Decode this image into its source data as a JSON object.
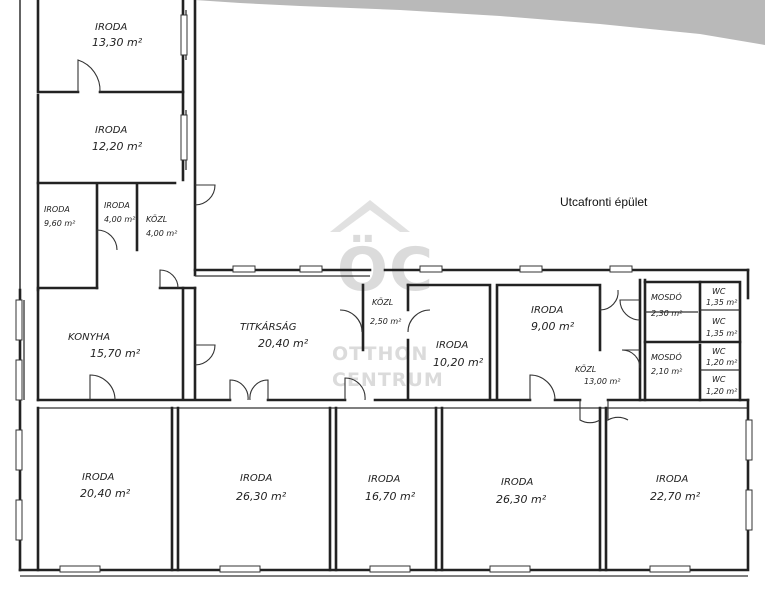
{
  "building_label": "Utcafronti épület",
  "watermark": {
    "logo": "ÖC",
    "line1": "OTTHON",
    "line2": "CENTRUM"
  },
  "rooms": [
    {
      "id": "iroda-1",
      "name": "IRODA",
      "area": "13,30 m²"
    },
    {
      "id": "iroda-2",
      "name": "IRODA",
      "area": "12,20 m²"
    },
    {
      "id": "iroda-3",
      "name": "IRODA",
      "area": "9,60 m²"
    },
    {
      "id": "iroda-4",
      "name": "IRODA",
      "area": "4,00 m²"
    },
    {
      "id": "kozl-1",
      "name": "KÖZL",
      "area": "4,00 m²"
    },
    {
      "id": "konyha",
      "name": "KONYHA",
      "area": "15,70 m²"
    },
    {
      "id": "titkarsag",
      "name": "TITKÁRSÁG",
      "area": "20,40 m²"
    },
    {
      "id": "kozl-2",
      "name": "KÖZL",
      "area": "2,50 m²"
    },
    {
      "id": "iroda-5",
      "name": "IRODA",
      "area": "10,20 m²"
    },
    {
      "id": "iroda-6",
      "name": "IRODA",
      "area": "9,00 m²"
    },
    {
      "id": "kozl-3",
      "name": "KÖZL",
      "area": "13,00 m²"
    },
    {
      "id": "mosdo-1",
      "name": "MOSDÓ",
      "area": "2,30 m²"
    },
    {
      "id": "mosdo-2",
      "name": "MOSDÓ",
      "area": "2,10 m²"
    },
    {
      "id": "wc-1",
      "name": "WC",
      "area": "1,35 m²"
    },
    {
      "id": "wc-2",
      "name": "WC",
      "area": "1,35 m²"
    },
    {
      "id": "wc-3",
      "name": "WC",
      "area": "1,20 m²"
    },
    {
      "id": "wc-4",
      "name": "WC",
      "area": "1,20 m²"
    },
    {
      "id": "iroda-7",
      "name": "IRODA",
      "area": "20,40 m²"
    },
    {
      "id": "iroda-8",
      "name": "IRODA",
      "area": "26,30 m²"
    },
    {
      "id": "iroda-9",
      "name": "IRODA",
      "area": "16,70 m²"
    },
    {
      "id": "iroda-10",
      "name": "IRODA",
      "area": "26,30 m²"
    },
    {
      "id": "iroda-11",
      "name": "IRODA",
      "area": "22,70 m²"
    }
  ]
}
